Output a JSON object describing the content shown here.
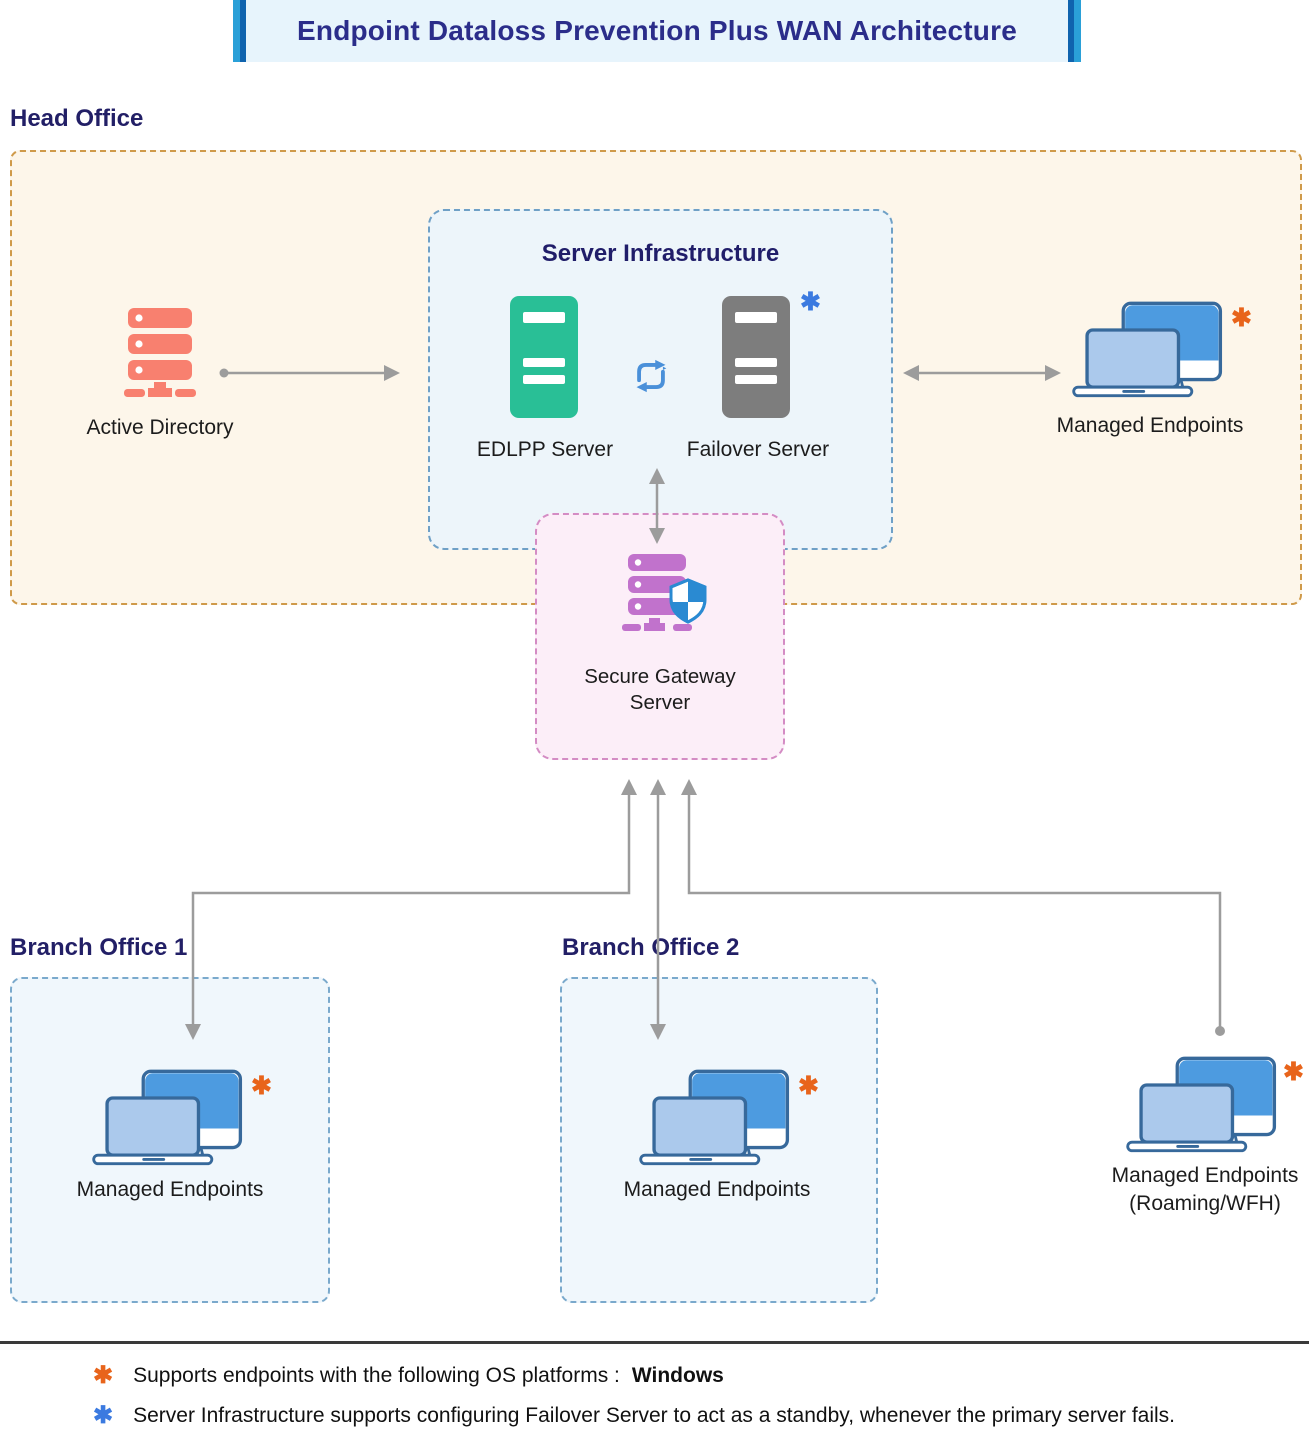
{
  "title": "Endpoint Dataloss Prevention Plus WAN Architecture",
  "sections": {
    "head_office": {
      "label": "Head Office"
    },
    "branch_office_1": {
      "label": "Branch Office 1"
    },
    "branch_office_2": {
      "label": "Branch Office 2"
    }
  },
  "nodes": {
    "active_directory": {
      "label": "Active Directory"
    },
    "server_infrastructure": {
      "title": "Server Infrastructure"
    },
    "edlpp_server": {
      "label": "EDLPP Server"
    },
    "failover_server": {
      "label": "Failover Server",
      "marker": "✱"
    },
    "managed_endpoints_head_office": {
      "label": "Managed Endpoints",
      "marker": "✱"
    },
    "secure_gateway": {
      "label_line1": "Secure Gateway",
      "label_line2": "Server"
    },
    "managed_endpoints_branch_1": {
      "label": "Managed Endpoints",
      "marker": "✱"
    },
    "managed_endpoints_branch_2": {
      "label": "Managed Endpoints",
      "marker": "✱"
    },
    "managed_endpoints_roaming": {
      "label_line1": "Managed Endpoints",
      "label_line2": "(Roaming/WFH)",
      "marker": "✱"
    }
  },
  "footnotes": {
    "windows_note": {
      "marker": "✱",
      "text": "Supports endpoints with the following OS platforms :",
      "highlight": "Windows"
    },
    "failover_note": {
      "marker": "✱",
      "text": "Server Infrastructure supports configuring Failover Server to act as a standby, whenever the primary server fails."
    }
  },
  "colors": {
    "title_text": "#2b2d8a",
    "section_label": "#221f66",
    "head_office_bg": "#fdf6ea",
    "head_office_border": "#cf9a4a",
    "server_infra_bg": "#edf5fa",
    "server_infra_border": "#6fa0c6",
    "gateway_bg": "#fceef8",
    "gateway_border": "#d48cc4",
    "branch_bg": "#f0f7fc",
    "branch_border": "#7aa9cc",
    "edlpp_green": "#29bf96",
    "failover_gray": "#7d7d7d",
    "active_directory_red": "#f8806f",
    "gateway_purple": "#c172cc",
    "shield_blue": "#2a8ad2",
    "monitor_blue": "#4d9be0",
    "laptop_blue": "#abc9ec",
    "arrow_gray": "#9c9c9c",
    "asterisk_orange": "#e8641b",
    "asterisk_blue": "#3b7ae0"
  }
}
